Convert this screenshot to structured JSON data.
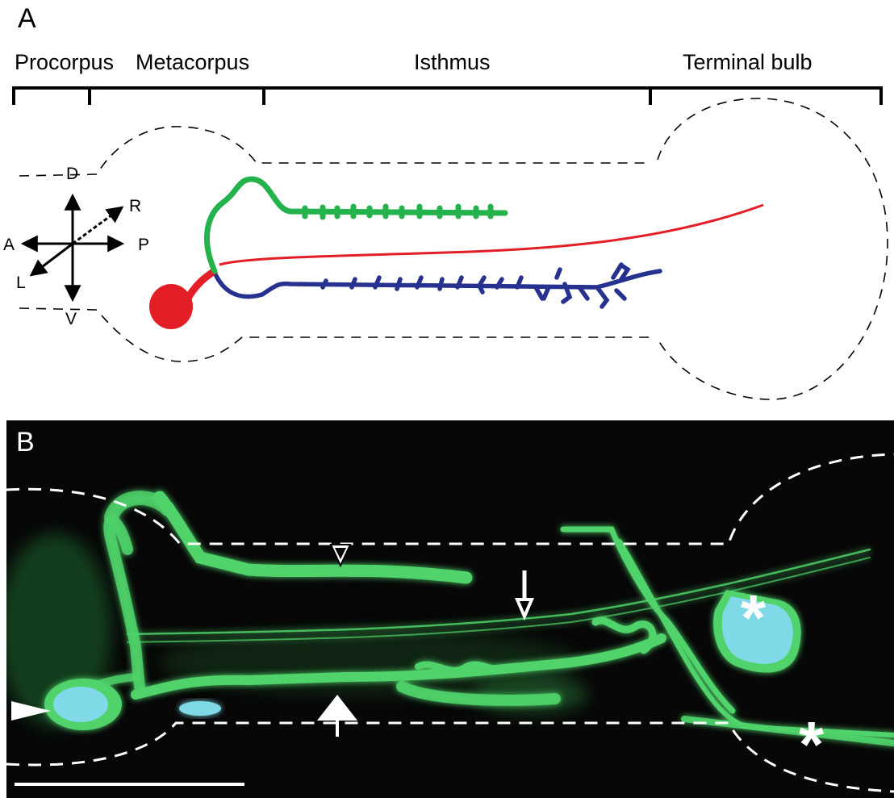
{
  "panel_a": {
    "label": "A",
    "regions": [
      "Procorpus",
      "Metacorpus",
      "Isthmus",
      "Terminal bulb"
    ],
    "axes": {
      "dorsal": "D",
      "ventral": "V",
      "anterior": "A",
      "posterior": "P",
      "right": "R",
      "left": "L"
    }
  },
  "panel_b": {
    "label": "B",
    "asterisk": "*"
  },
  "colors": {
    "green_neuron": "#23b24b",
    "red_neuron": "#e41e26",
    "blue_neuron": "#27318f",
    "fluorescence": "#4fd36a",
    "cell_body": "#7fd9e6",
    "background_b": "#070707"
  }
}
